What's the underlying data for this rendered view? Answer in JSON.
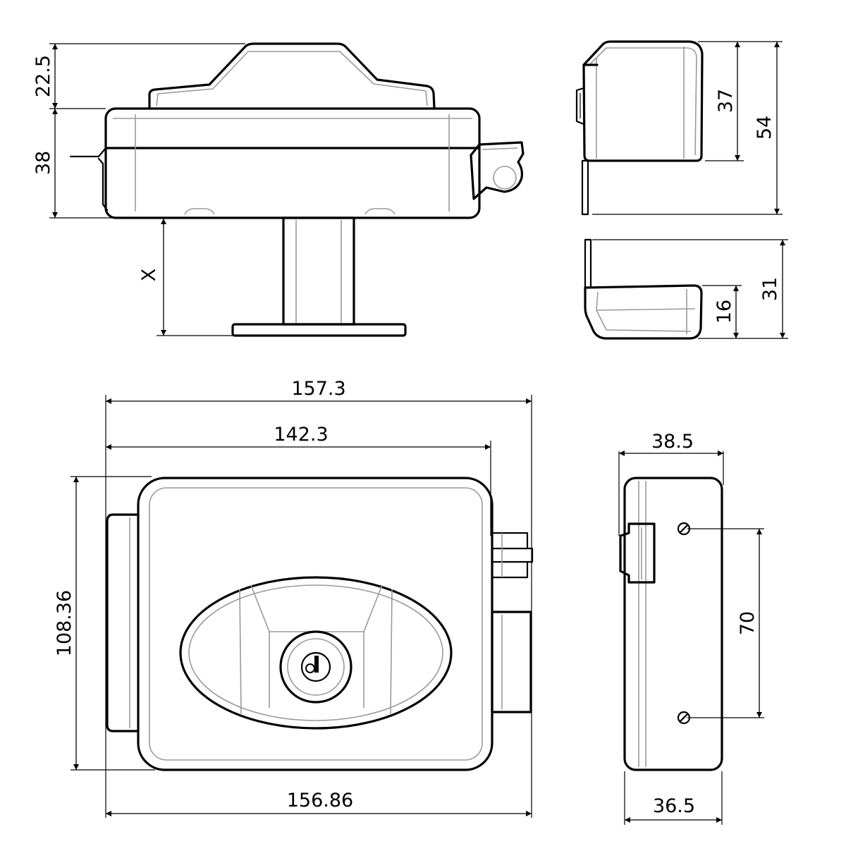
{
  "drawing": {
    "front_view": {
      "height_top": "22.5",
      "height_body": "38",
      "offset_label": "X"
    },
    "side_view_top": {
      "height_inner": "37",
      "height_total": "54"
    },
    "side_view_bottom": {
      "height_inner": "16",
      "height_total": "31"
    },
    "plan_view": {
      "width_overall": "157.3",
      "width_body": "142.3",
      "width_bottom": "156.86",
      "height": "108.36"
    },
    "edge_view": {
      "width_top": "38.5",
      "width_bottom": "36.5",
      "hole_spacing": "70"
    }
  }
}
